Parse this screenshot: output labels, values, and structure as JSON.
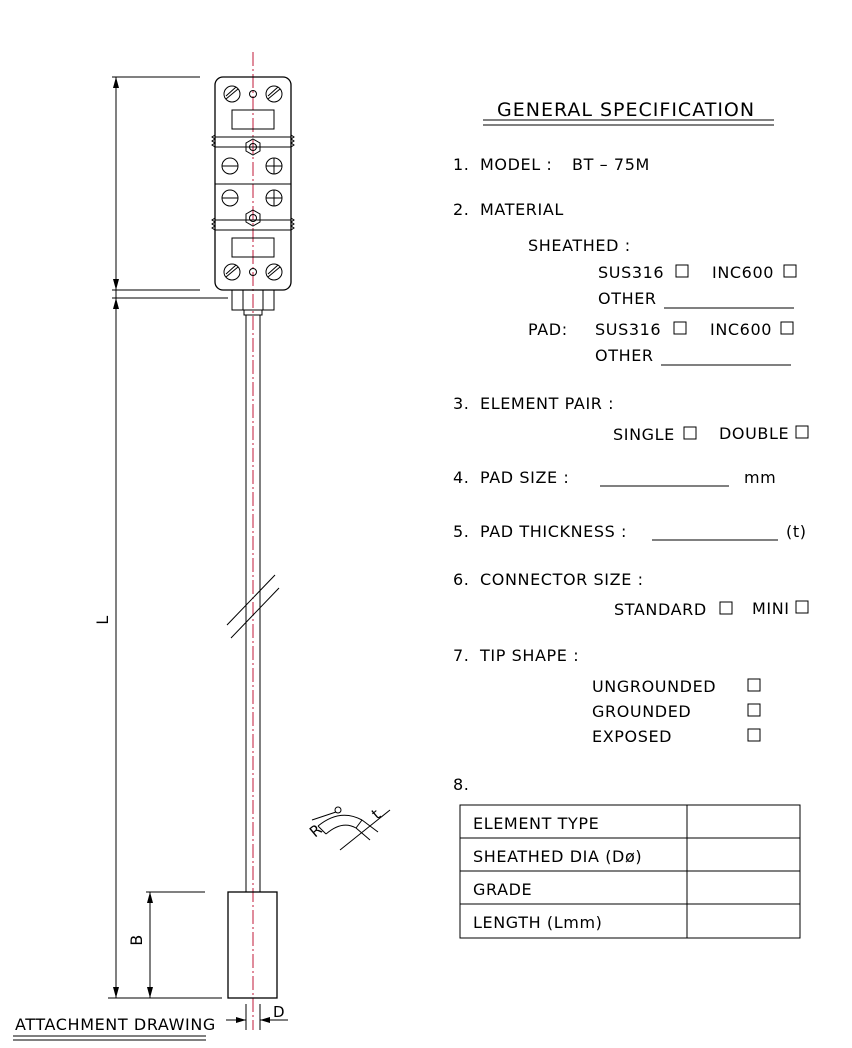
{
  "title": "GENERAL SPECIFICATION",
  "items": {
    "model": {
      "num": "1.",
      "label": "MODEL :",
      "value": "BT  –  75M"
    },
    "material": {
      "num": "2.",
      "label": "MATERIAL",
      "sheathed_label": "SHEATHED :",
      "sheathed_opt1": "SUS316",
      "sheathed_opt2": "INC600",
      "sheathed_other": "OTHER",
      "pad_label": "PAD:",
      "pad_opt1": "SUS316",
      "pad_opt2": "INC600",
      "pad_other": "OTHER"
    },
    "element_pair": {
      "num": "3.",
      "label": "ELEMENT PAIR :",
      "opt1": "SINGLE",
      "opt2": "DOUBLE"
    },
    "pad_size": {
      "num": "4.",
      "label": "PAD SIZE :",
      "unit": "mm"
    },
    "pad_thickness": {
      "num": "5.",
      "label": "PAD THICKNESS :",
      "unit": "(t)"
    },
    "connector_size": {
      "num": "6.",
      "label": "CONNECTOR SIZE :",
      "opt1": "STANDARD",
      "opt2": "MINI"
    },
    "tip_shape": {
      "num": "7.",
      "label": "TIP SHAPE :",
      "opt1": "UNGROUNDED",
      "opt2": "GROUNDED",
      "opt3": "EXPOSED"
    },
    "table": {
      "num": "8.",
      "rows": [
        "ELEMENT TYPE",
        "SHEATHED DIA (Dø)",
        "GRADE",
        "LENGTH (Lmm)"
      ]
    }
  },
  "drawing": {
    "caption": "ATTACHMENT DRAWING",
    "dim_L": "L",
    "dim_B": "B",
    "dim_D": "D",
    "dim_R": "R",
    "dim_t": "t"
  }
}
